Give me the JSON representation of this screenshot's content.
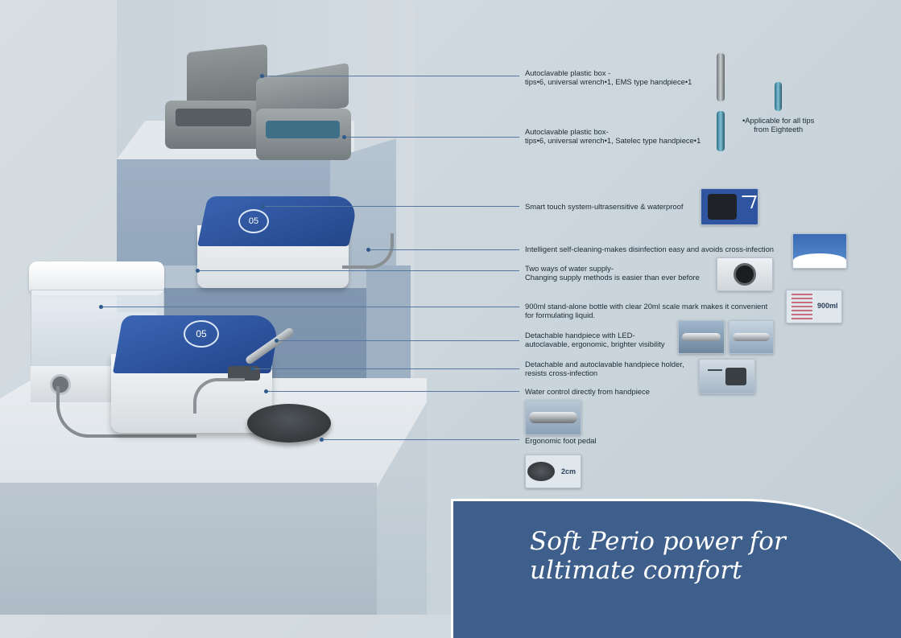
{
  "callouts": {
    "box_ems": "Autoclavable plastic box -",
    "box_ems_2": "tips•6, universal wrench•1, EMS type handpiece•1",
    "box_satelec": "Autoclavable plastic box-",
    "box_satelec_2": "tips•6, universal wrench•1, Satelec type handpiece•1",
    "tips_note": "•Applicable for all tips",
    "tips_note_2": "from Eighteeth",
    "smart_touch": "Smart touch system-ultrasensitive & waterproof",
    "self_cleaning": "Intelligent self-cleaning-makes disinfection easy and avoids cross-infection",
    "water_supply": "Two ways of water supply-",
    "water_supply_2": "Changing supply methods is easier than ever before",
    "bottle": "900ml stand-alone bottle with clear 20ml scale mark makes it convenient",
    "bottle_2": "for formulating liquid.",
    "handpiece": "Detachable handpiece with LED-",
    "handpiece_2": "autoclavable, ergonomic, brighter visibility",
    "holder": "Detachable and autoclavable handpiece holder,",
    "holder_2": "resists cross-infection",
    "water_control": "Water control directly from handpiece",
    "foot_pedal": "Ergonomic foot pedal"
  },
  "thumb_labels": {
    "bottle_volume": "900ml",
    "pedal_height": "2cm"
  },
  "device_display": {
    "middle": "05",
    "front": "05"
  },
  "banner": {
    "line1": "Soft Perio power  for",
    "line2": "ultimate comfort"
  },
  "colors": {
    "background": "#cbd5dc",
    "banner": "#3e5f8c",
    "panel_blue": "#2f55a0",
    "leader": "#5577a0"
  }
}
